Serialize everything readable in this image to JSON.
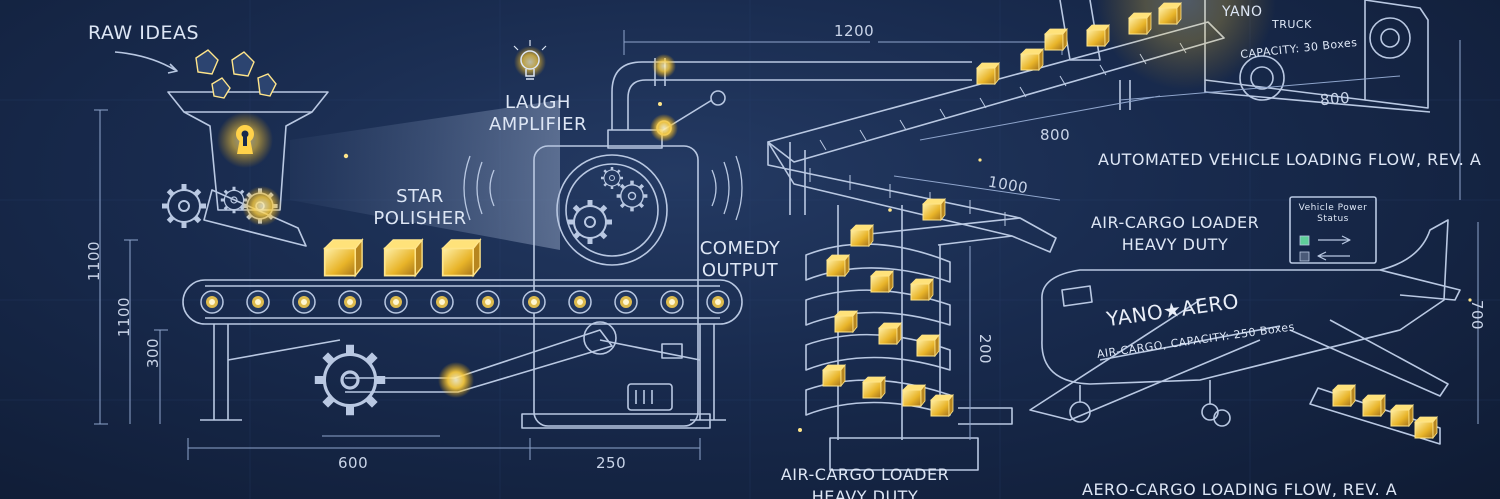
{
  "labels": {
    "raw_ideas": "RAW IDEAS",
    "laugh_amplifier": "LAUGH\nAMPLIFIER",
    "star_polisher": "STAR\nPOLISHER",
    "comedy_output": "COMEDY\nOUTPUT",
    "truck_brand": "YANO",
    "truck_type": "TRUCK",
    "truck_capacity": "CAPACITY: 30 Boxes",
    "vehicle_flow": "AUTOMATED VEHICLE LOADING FLOW, REV. A",
    "air_cargo_loader_right": "AIR-CARGO LOADER\nHEAVY DUTY",
    "air_cargo_loader_bottom": "AIR-CARGO LOADER\nHEAVY DUTY",
    "plane_brand": "YANO★AERO",
    "plane_capacity": "AIR-CARGO, CAPACITY: 250 Boxes",
    "aero_flow": "AERO-CARGO LOADING FLOW, REV. A",
    "power_status": "Vehicle Power\nStatus"
  },
  "dimensions": {
    "d1200": "1200",
    "d800_truck": "800",
    "d800_belt": "800",
    "d1000": "1000",
    "d1100_a": "1100",
    "d1100_b": "1100",
    "d300": "300",
    "d600": "600",
    "d250": "250",
    "d700": "700",
    "d200": "200"
  },
  "colors": {
    "background": "#182a4d",
    "line": "#b9c8e2",
    "glow": "#ffd24a",
    "text": "#dde6f5"
  }
}
